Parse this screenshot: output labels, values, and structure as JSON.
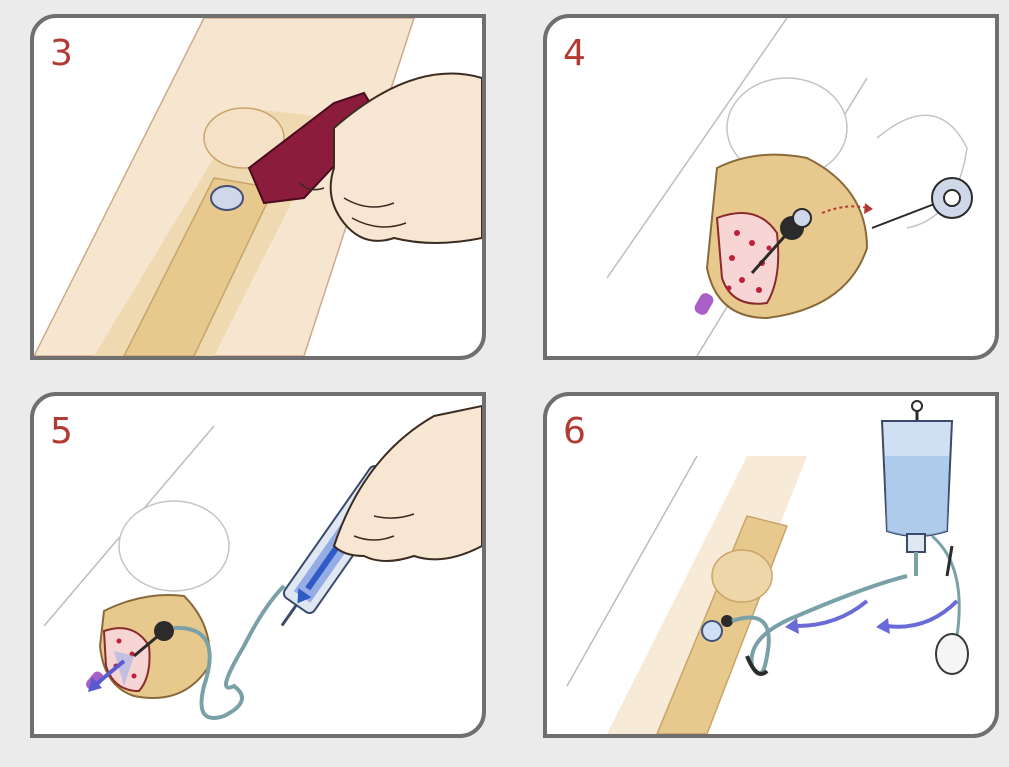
{
  "panels": [
    {
      "step": "3",
      "icon": "bone-drill-icon"
    },
    {
      "step": "4",
      "icon": "needle-stylet-removal-icon"
    },
    {
      "step": "5",
      "icon": "syringe-aspiration-icon"
    },
    {
      "step": "6",
      "icon": "iv-infusion-bag-icon"
    }
  ],
  "colors": {
    "step_number": "#b33a33",
    "panel_border": "#6f6f6f",
    "skin": "#f4e1c6",
    "bone": "#e8c98d",
    "drill": "#8b1c3c",
    "marrow": "#c01f3a",
    "flow_arrow": "#6a6ad8",
    "iv_fluid": "#cfe0f4"
  }
}
